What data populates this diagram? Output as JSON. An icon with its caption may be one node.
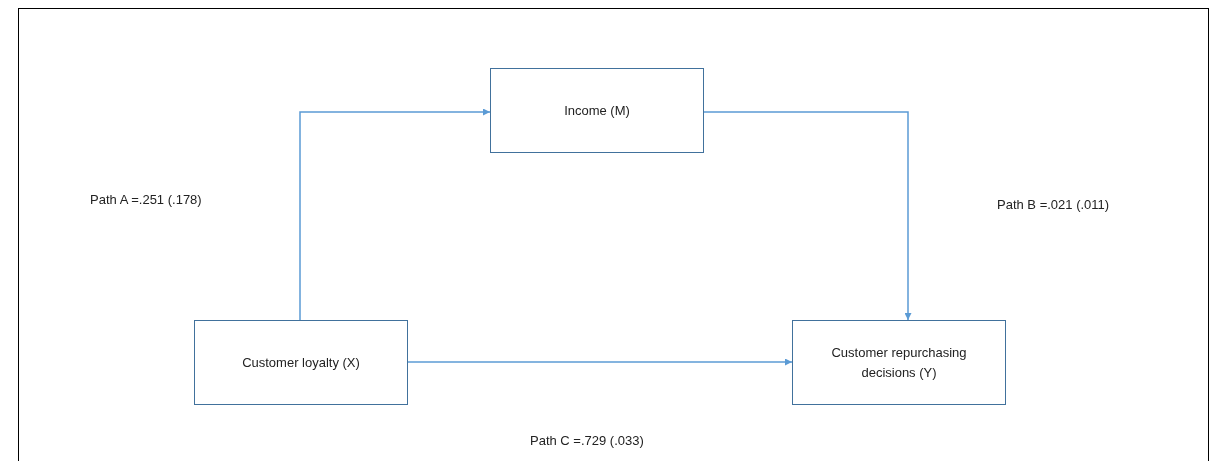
{
  "diagram": {
    "nodes": [
      {
        "text": [
          "Income (M)"
        ]
      },
      {
        "text": [
          "Customer loyalty (X)"
        ]
      },
      {
        "text": [
          "Customer repurchasing decisions (Y)"
        ]
      }
    ],
    "edges": [
      {
        "from": 1,
        "to": 0,
        "arrow": "to"
      },
      {
        "from": 0,
        "to": 2,
        "arrow": "to"
      },
      {
        "from": 1,
        "to": 2,
        "arrow": "to"
      }
    ],
    "labels": [
      "Path A =.251 (.178)",
      "Path B =.021 (.011)",
      "Path C =.729 (.033)"
    ]
  }
}
